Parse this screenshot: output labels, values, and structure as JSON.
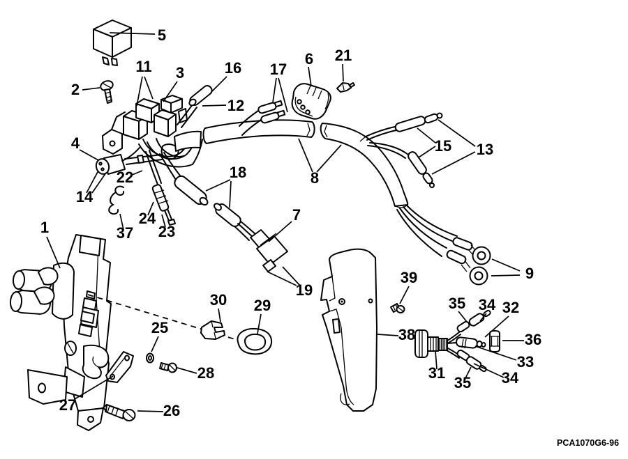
{
  "colors": {
    "ink": "#000000",
    "paper": "#ffffff"
  },
  "footer": {
    "code": "PCA1070G",
    "issue": "6-96"
  },
  "callouts": [
    {
      "text": "5"
    },
    {
      "text": "2"
    },
    {
      "text": "11"
    },
    {
      "text": "3"
    },
    {
      "text": "16"
    },
    {
      "text": "12"
    },
    {
      "text": "17"
    },
    {
      "text": "6"
    },
    {
      "text": "21"
    },
    {
      "text": "8"
    },
    {
      "text": "15"
    },
    {
      "text": "13"
    },
    {
      "text": "9"
    },
    {
      "text": "4"
    },
    {
      "text": "14"
    },
    {
      "text": "22"
    },
    {
      "text": "24"
    },
    {
      "text": "23"
    },
    {
      "text": "37"
    },
    {
      "text": "18"
    },
    {
      "text": "7"
    },
    {
      "text": "19"
    },
    {
      "text": "1"
    },
    {
      "text": "30"
    },
    {
      "text": "29"
    },
    {
      "text": "25"
    },
    {
      "text": "28"
    },
    {
      "text": "26"
    },
    {
      "text": "27"
    },
    {
      "text": "39"
    },
    {
      "text": "38"
    },
    {
      "text": "31"
    },
    {
      "text": "35"
    },
    {
      "text": "34"
    },
    {
      "text": "32"
    },
    {
      "text": "36"
    },
    {
      "text": "33"
    },
    {
      "text": "34"
    },
    {
      "text": "35"
    }
  ]
}
